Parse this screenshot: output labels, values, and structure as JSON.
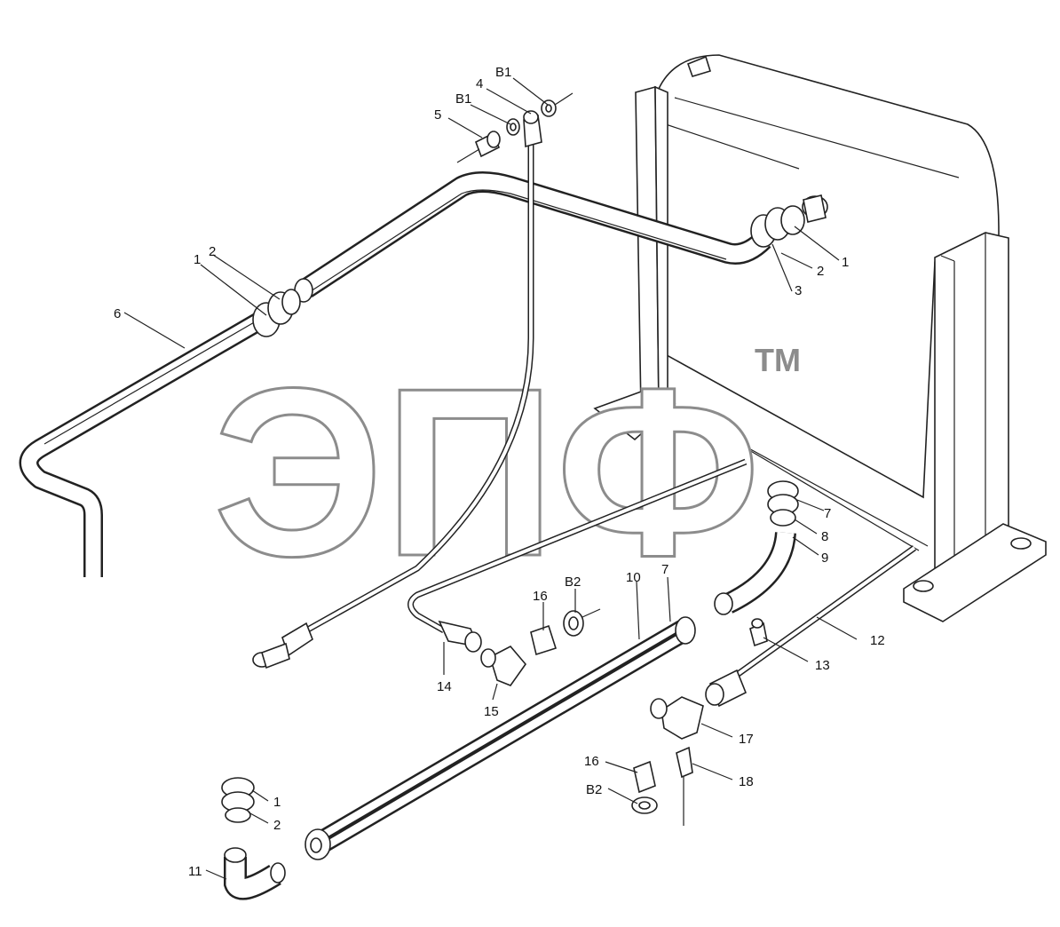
{
  "watermark": {
    "text": "ЭПФ",
    "trademark": "TM"
  },
  "callouts": {
    "B1_top": "B1",
    "B1_left": "B1",
    "c4": "4",
    "c5": "5",
    "c1_left": "1",
    "c2_left": "2",
    "c6": "6",
    "c3": "3",
    "c2_right": "2",
    "c1_right": "1",
    "c7_top": "7",
    "c8": "8",
    "c9": "9",
    "c10": "10",
    "c7_mid": "7",
    "c16_top": "16",
    "B2_top": "B2",
    "c14": "14",
    "c15": "15",
    "c12": "12",
    "c13": "13",
    "c17": "17",
    "c18": "18",
    "c16_bottom": "16",
    "B2_bottom": "B2",
    "c1_bottom": "1",
    "c2_bottom": "2",
    "c11": "11"
  },
  "colors": {
    "line": "#222222",
    "watermark": "#8c8c8c"
  }
}
